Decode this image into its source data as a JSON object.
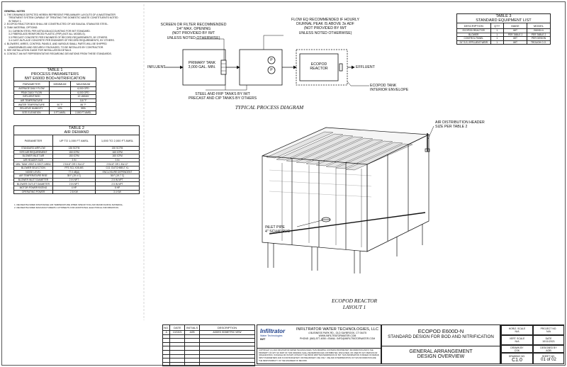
{
  "general_notes": {
    "heading": "GENERAL NOTES",
    "lines": [
      "1.  THE DRAWINGS DEPICTED HEREIN REPRESENT PRELIMINARY LAYOUTS OF A WASTEWATER",
      "    TREATMENT SYSTEM CAPABLE OF TREATING THE DOMESTIC WASTE CONSTITUENTS NOTED",
      "    IN TABLE 1.",
      "2.  ECOPOD REACTOR BOX SHALL BE CONSTRUCTED OF 400 SIALEAL STAINLESS STEEL.",
      "3.  TANK MATERIAL OPTIONS:",
      "    3.1   CARBON STEEL PER ASTM A36 ACCOUNTING FOR IWT STANDARD.",
      "    3.2   FIBERGLASS REINFORCED PLASTIC (FRP) (NOT ALL MODELS).",
      "    3.3   PRECAST CONCRETE PER ENGINEER OF RECORD REQUIREMENTS, BY OTHERS.",
      "    3.4   CAST-IN-PLACE CONCRETE PER ENGINEER OF RECORD REQUIREMENTS, BY OTHERS.",
      "4.  BLOWERS, WIRES, CONTROL PANELS, AND VARIOUS SMALL PARTS WILL BE SHIPPED",
      "    UNASSEMBLED AND SECURELY PACKAGED, TO BE INSTALLED BY CONTRACTOR.",
      "5.  SEE INSTALLATION GUIDE FOR INSTALLATION DETAILS.",
      "6.  CONTACT AN IWT REPRESENTATIVE REGARDING DEVIATIONS FROM THESE STANDARDS."
    ]
  },
  "table1": {
    "caption1": "TABLE 1",
    "caption2": "PROCESS PARAMETERS",
    "caption3": "IWT E600D BOD+NITRIFICATION",
    "headers": [
      "PARAMETER",
      "MINIMUM",
      "MAXIMUM"
    ],
    "rows": [
      [
        "AVERAGE DAILY FLOW",
        "",
        "6,000 GPD"
      ],
      [
        "PEAK DAILY FLOW",
        "",
        "6,000 GPD"
      ],
      [
        "INFLUENT BOD",
        "",
        "12 LB/DAY"
      ],
      [
        "AIR TEMPERATURE",
        "",
        "110 °F"
      ],
      [
        "WATER TEMPERATURE",
        "50 °F",
        "86 °F"
      ],
      [
        "RELATIVE HUMIDITY",
        "10%",
        "95%"
      ],
      [
        "SITE ELEVATION",
        "0 FT AMSL",
        "2,000 FT AMSL"
      ]
    ]
  },
  "table2": {
    "caption1": "TABLE 2",
    "caption2": "AIR DEMAND",
    "headers": [
      "PARAMETER",
      "UP TO 1,000 FT AMSL",
      "1,000 TO 2,000 FT AMSL"
    ],
    "rows": [
      [
        "STANDARD AIRFLOW",
        "136 SCFM",
        "150 SCFM"
      ],
      [
        "SITE AIR REQUIREMENT",
        "150 ICFM",
        "160 ICFM"
      ],
      [
        "BLOWER INLET AIR",
        "150 ICFM",
        "160 ICFM"
      ],
      [
        "AIR HEADER SIZE",
        "3 IN",
        "3 IN"
      ],
      [
        "MIN. TANK VENT & SECT. AREA",
        "2 EA 8\" OR 1 EA 12\"",
        "2 EA 8\" OR 1 EA 12\""
      ],
      [
        "BLOWER SELECTION",
        "FPZ SCL K05-MS",
        "G.D. DUTCHBELT XL"
      ],
      [
        "NOISE LEVEL",
        "77.0 dB(A)",
        "ENCLOSURE DEPENDENT"
      ],
      [
        "AIR TEMPERATURE RISE",
        "35 F (19.4 C)",
        "36 F (19.7 C)"
      ],
      [
        "BLOWER INLET DIAMETER",
        "2 IN NPT",
        "2.5 IN NPT"
      ],
      [
        "BLOWER OUTLET DIAMETER",
        "2 IN NPT",
        "2.5 IN NPT"
      ],
      [
        "MOTOR POWER RATING",
        "4 HP",
        "5 HP"
      ],
      [
        "OPERATING POWER",
        "2.8 KW",
        "3.4 KW"
      ]
    ],
    "notes": [
      "1.  REVIEW BLOWER DISCHARGE AIR TEMPERATURE WHEN SPECIFYING AIR MANIFOLDING MATERIAL.",
      "2.  REVIEW BLOWER MANUFACTURERS CUTSHEETS FOR ADDITIONAL ELECTRICAL INFORMATION."
    ]
  },
  "table3": {
    "caption1": "TABLE 3",
    "caption2": "STANDARD EQUIPMENT LIST",
    "headers": [
      "DESCRIPTION",
      "QTY",
      "MAKE",
      "MODEL"
    ],
    "rows": [
      [
        "ECOPOD REACTOR",
        "1",
        "IWT",
        "E600D-N"
      ],
      [
        "BLOWER",
        "1",
        "PER TABLE 2",
        "PER TABLE 2"
      ],
      [
        "CONTROL PANEL",
        "1",
        "IWT",
        "PER DESIGN"
      ],
      [
        "24\" S.S. EFFLUENT WEIR",
        "1",
        "IWT",
        "TROUGH C.O."
      ]
    ]
  },
  "process": {
    "screen_note": [
      "SCREEN OR FILTER RECOMMENDED",
      "1/4\" MAX. OPENING",
      "(NOT PROVIDED BY IWT",
      "UNLESS NOTED OTHERWISE)"
    ],
    "flow_eq_note": [
      "FLOW EQ RECOMMENDED IF HOURLY",
      "DIURNAL PEAK IS ABOVE 3x ADF",
      "(NOT PROVIDED BY IWT",
      "UNLESS NOTED OTHERWISE)"
    ],
    "influent": "INFLUENT",
    "primary_tank": [
      "PRIMARY TANK",
      "3,000 GAL. MIN."
    ],
    "pump1": "P",
    "pump2": "P",
    "reactor": [
      "ECOPOD",
      "REACTOR"
    ],
    "effluent": "EFFLUENT",
    "envelope_note": [
      "ECOPOD TANK",
      "INTERIOR ENVELOPE"
    ],
    "tanks_note": [
      "STEEL AND FRP TANKS BY IWT",
      "PRECAST AND CIP TANKS BY OTHERS"
    ],
    "title": "TYPICAL PROCESS DIAGRAM"
  },
  "iso": {
    "header_note": [
      "AIR DISTRIBUTION HEADER",
      "SIZE PER TABLE 2"
    ],
    "inlet_note": [
      "INLET PIPE",
      "4\" SCH40 PVC"
    ],
    "title1": "ECOPOD REACTOR",
    "title2": "LAYOUT 1"
  },
  "revisions": {
    "headers": [
      "NO.",
      "DATE",
      "INITIALS",
      "DESCRIPTION"
    ],
    "row": [
      "A",
      "10/13/21",
      "AOB",
      "ADDED ISOMETRIC VIEW"
    ]
  },
  "title_block": {
    "logo": "Infiltrator",
    "logo_sub": "Water Technologies",
    "logo_tag": "IWT",
    "company": "INFILTRATOR WATER TECHNOLOGIES, LLC",
    "address": "4 BUSINESS PARK RD., OLD SAYBROOK, CT 06475",
    "website": "WWW.INFILTRATORWATER.COM",
    "phone": "PHONE: (860) 577-4050  •  EMAIL: INFO@INFILTRATORWATER.COM",
    "copyright": [
      "COPYRIGHT (C) 2021 INFILTRATOR WATER TECHNOLOGIES. THIS DRAWING CONTAINS PROPRIETARY INFORMATION AND IS THE",
      "PROPERTY OF IWT. NO PART OF THIS DRAWING SHALL BE REPRODUCED, DISTRIBUTED, DISCLOSED, OR USED BY ANY PERSON OR",
      "ORGANIZATION, IN WHOLE OR IN PART, WITHOUT THE PRIOR WRITTEN PERMISSION OF IWT. THIS INFORMATION IS BASED ON DESIGN",
      "INPUT PARAMETERS AND IS FOR BUDGETARY OR PRELIMINARY USE ONLY. USE AND INTERPRETATION OF THIS INFORMATION ARE",
      "THE RESPONSIBILITY OF THE ENGINEER OF RECORD."
    ],
    "project_title1": "ECOPOD E600D-N",
    "project_title2": "STANDARD DESIGN FOR BOD AND NITRIFICATION",
    "sheet_title1": "GENERAL ARRANGEMENT",
    "sheet_title2": "DESIGN OVERVIEW",
    "horiz_scale_label": "HORIZ. SCALE",
    "horiz_scale": "N/A",
    "vert_scale_label": "VERT. SCALE",
    "vert_scale": "N/A",
    "drawn_by_label": "DRAWN BY",
    "drawn_by": "CSK",
    "drawing_no_label": "DRAWING NO.",
    "drawing_no": "C1.0",
    "project_no_label": "PROJECT NO.",
    "project_no": "N/A",
    "date_label": "DATE",
    "date": "10/11/2021",
    "designed_by_label": "DESIGNED BY",
    "designed_by": "AOB",
    "sheet_no_label": "SHEET NO.",
    "sheet_no": "01 of 02"
  }
}
